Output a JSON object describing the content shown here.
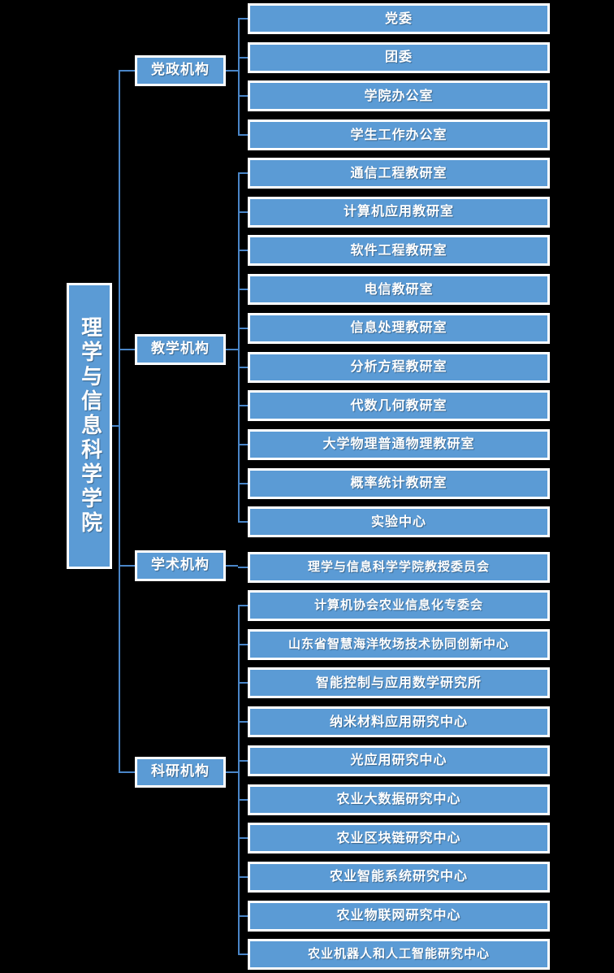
{
  "diagram": {
    "title_root": "理学与信息科学学院",
    "type": "organizational-chart",
    "colors": {
      "node_fill": "#5B9BD5",
      "node_border": "#FFFFFF",
      "connector": "#4A86C8",
      "background": "#000000",
      "text": "#FFFFFF"
    },
    "groups": [
      {
        "id": "party-government",
        "label": "党政机构",
        "children": [
          {
            "label": "党委"
          },
          {
            "label": "团委"
          },
          {
            "label": "学院办公室"
          },
          {
            "label": "学生工作办公室"
          }
        ]
      },
      {
        "id": "teaching",
        "label": "教学机构",
        "children": [
          {
            "label": "通信工程教研室"
          },
          {
            "label": "计算机应用教研室"
          },
          {
            "label": "软件工程教研室"
          },
          {
            "label": "电信教研室"
          },
          {
            "label": "信息处理教研室"
          },
          {
            "label": "分析方程教研室"
          },
          {
            "label": "代数几何教研室"
          },
          {
            "label": "大学物理普通物理教研室"
          },
          {
            "label": "概率统计教研室"
          },
          {
            "label": "实验中心"
          }
        ]
      },
      {
        "id": "academic",
        "label": "学术机构",
        "children": [
          {
            "label": "理学与信息科学学院教授委员会"
          }
        ]
      },
      {
        "id": "research",
        "label": "科研机构",
        "children": [
          {
            "label": "计算机协会农业信息化专委会"
          },
          {
            "label": "山东省智慧海洋牧场技术协同创新中心"
          },
          {
            "label": "智能控制与应用数学研究所"
          },
          {
            "label": "纳米材料应用研究中心"
          },
          {
            "label": "光应用研究中心"
          },
          {
            "label": "农业大数据研究中心"
          },
          {
            "label": "农业区块链研究中心"
          },
          {
            "label": "农业智能系统研究中心"
          },
          {
            "label": "农业物联网研究中心"
          },
          {
            "label": "农业机器人和人工智能研究中心"
          }
        ]
      }
    ]
  }
}
